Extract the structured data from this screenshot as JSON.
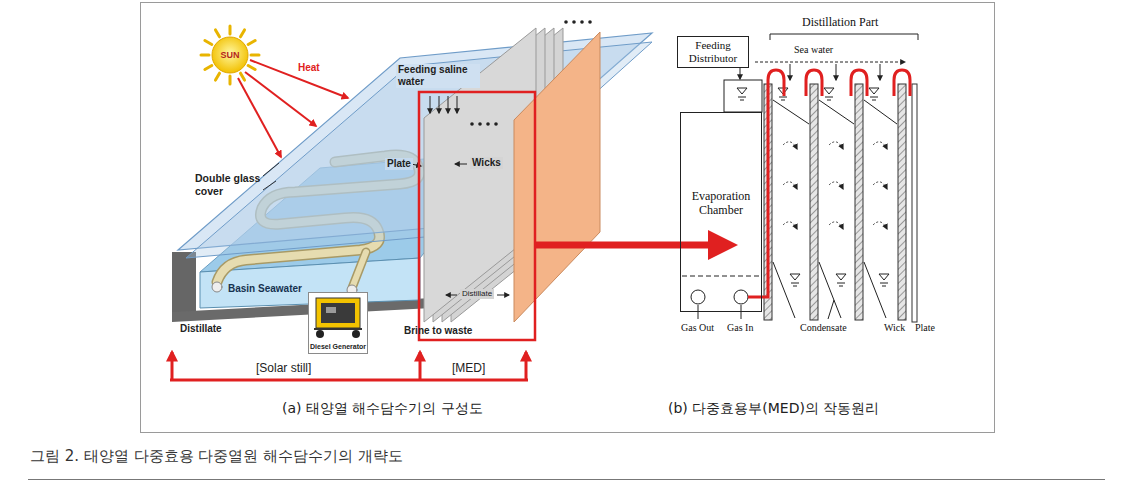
{
  "diagram": {
    "caption": "그림 2. 태양열 다중효용 다중열원 해수담수기의 개략도",
    "nodes": [
      {
        "text": [
          "SUN"
        ]
      },
      {
        "text": [
          "Basin Seawater"
        ]
      },
      {
        "text": [
          "Diesel Generator"
        ]
      },
      {
        "text": [
          "Feeding Distributor"
        ]
      },
      {
        "text": [
          "Evaporation Chamber"
        ]
      }
    ],
    "labels": [
      "Heat",
      "Double glass cover",
      "Feeding saline water",
      "Plate",
      "Wicks",
      "Distillate",
      "Distillate",
      "Brine to waste",
      "[Solar still]",
      "[MED]",
      "(a) 태양열 해수담수기의 구성도",
      "Distillation Part",
      "Sea water",
      "Gas Out",
      "Gas In",
      "Condensate",
      "Wick",
      "Plate",
      "(b) 다중효용부(MED)의 작동원리"
    ]
  }
}
